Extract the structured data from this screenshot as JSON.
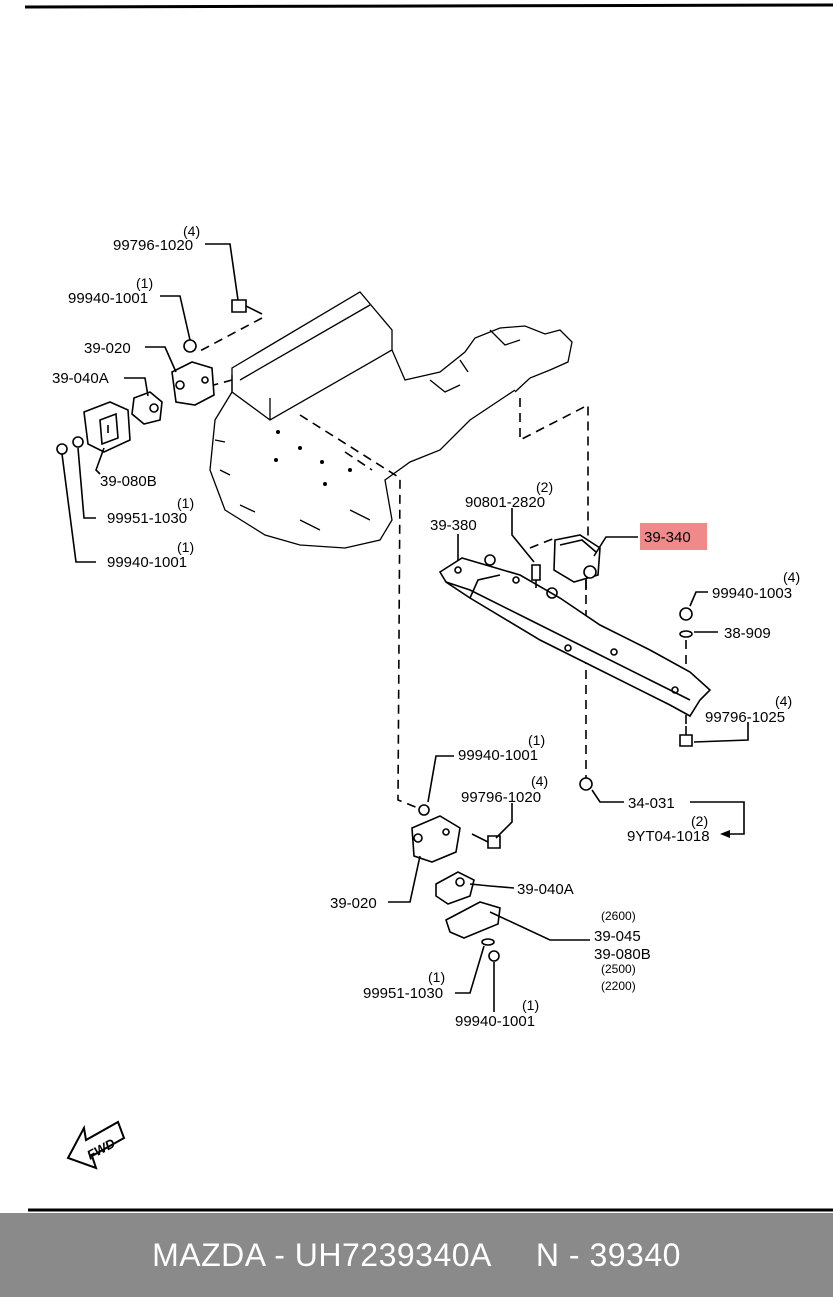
{
  "diagram": {
    "labels": {
      "l99796_1020_top": "99796-1020",
      "q_4_a": "(4)",
      "l99940_1001_a": "99940-1001",
      "q_1_a": "(1)",
      "l39_020_top": "39-020",
      "l39_040a_top": "39-040A",
      "l39_080b_top": "39-080B",
      "l99951_1030_a": "99951-1030",
      "q_1_b": "(1)",
      "l99940_1001_b": "99940-1001",
      "q_1_c": "(1)",
      "l90801_2820": "90801-2820",
      "q_2_a": "(2)",
      "l39_380": "39-380",
      "l39_340": "39-340",
      "l99940_1003": "99940-1003",
      "q_4_b": "(4)",
      "l38_909": "38-909",
      "l99796_1025": "99796-1025",
      "q_4_c": "(4)",
      "l99940_1001_c": "99940-1001",
      "q_1_d": "(1)",
      "l99796_1020_b": "99796-1020",
      "q_4_d": "(4)",
      "l34_031": "34-031",
      "q_2_b": "(2)",
      "l9yt04_1018": "9YT04-1018",
      "l39_020_bot": "39-020",
      "l39_040a_bot": "39-040A",
      "s2600": "(2600)",
      "l39_045": "39-045",
      "l39_080b_bot": "39-080B",
      "s2500": "(2500)",
      "s2200": "(2200)",
      "l99951_1030_b": "99951-1030",
      "q_1_e": "(1)",
      "l99940_1001_d": "99940-1001",
      "q_1_f": "(1)",
      "fwd": "FWD"
    },
    "highlight_color": "#f08a8a"
  },
  "footer": {
    "part_text": "MAZDA - UH7239340A",
    "number_text": "N - 39340"
  }
}
